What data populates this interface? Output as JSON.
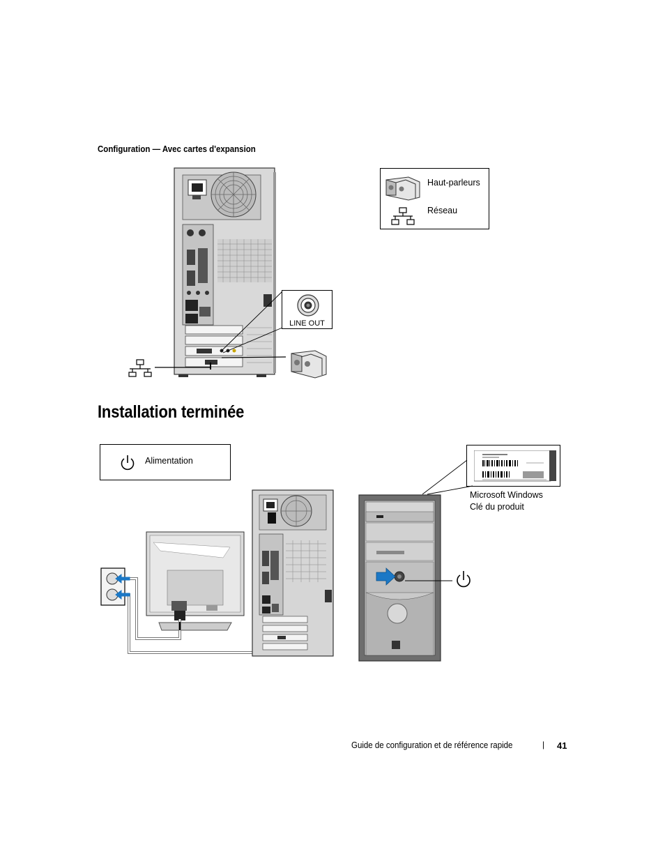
{
  "section_heading": "Configuration — Avec cartes d'expansion",
  "legend_top": {
    "speakers_label": "Haut-parleurs",
    "network_label": "Réseau"
  },
  "line_out_label": "LINE OUT",
  "title": "Installation terminée",
  "legend_power": {
    "power_label": "Alimentation"
  },
  "product_key": {
    "line1": "Microsoft Windows",
    "line2": "Clé du produit"
  },
  "footer": {
    "guide_title": "Guide de configuration et de référence rapide",
    "separator": "|",
    "page_number": "41"
  },
  "colors": {
    "accent_blue": "#1b78c6",
    "case_gray": "#b9b9b9",
    "dark_gray": "#555555"
  },
  "icons": [
    "speaker-icon",
    "network-icon",
    "power-icon",
    "line-out-jack-icon",
    "arrow-icon"
  ]
}
